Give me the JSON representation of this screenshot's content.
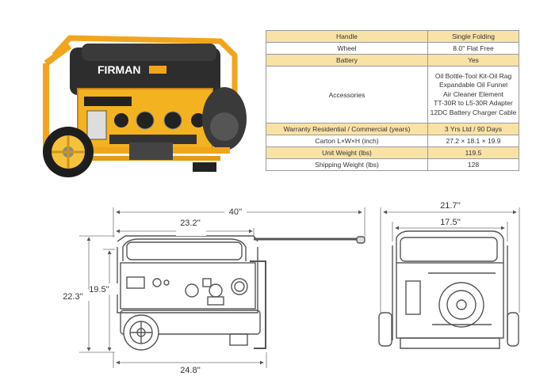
{
  "brand": "FIRMAN",
  "specs": [
    {
      "key": "Handle",
      "value": "Single Folding"
    },
    {
      "key": "Wheel",
      "value": "8.0'' Flat Free"
    },
    {
      "key": "Battery",
      "value": "Yes"
    },
    {
      "key": "Accessories",
      "value": [
        "Oil Bottle-Tool Kit-Oil Rag",
        "Expandable Oil Funnel",
        "Air Cleaner Element",
        "TT-30R to L5-30R Adapter",
        "12DC Battery Charger Cable"
      ]
    },
    {
      "key": "Warranty Residential / Commercial (years)",
      "value": "3 Yrs Ltd / 90 Days"
    },
    {
      "key": "Carton L×W×H (inch)",
      "value": "27.2 × 18.1 × 19.9"
    },
    {
      "key": "Unit Weight (lbs)",
      "value": "119.5"
    },
    {
      "key": "Shipping Weight (lbs)",
      "value": "128"
    }
  ],
  "dimensions": {
    "overall_length": "40''",
    "frame_length": "23.2''",
    "total_height": "22.3''",
    "frame_height": "19.5''",
    "base_length": "24.8''",
    "overall_width": "21.7''",
    "frame_width": "17.5''"
  },
  "colors": {
    "frame": "#f5a623",
    "table_header": "#f8e2a6",
    "body": "#2e2e2e"
  }
}
